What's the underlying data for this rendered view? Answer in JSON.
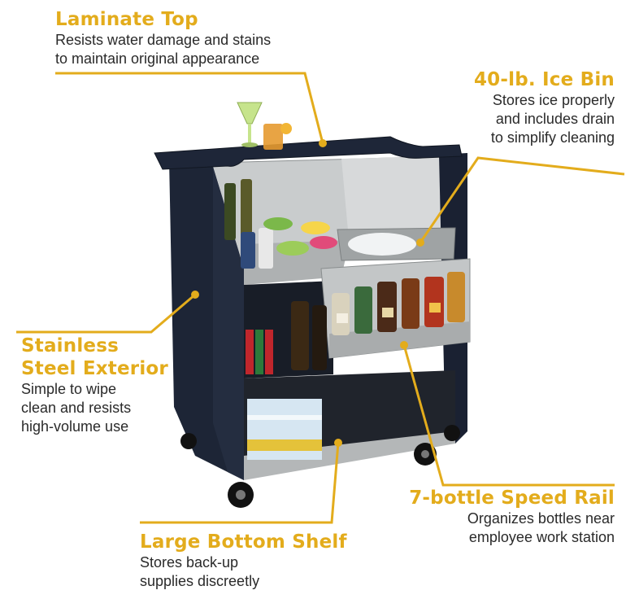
{
  "colors": {
    "accent": "#e3ac1c",
    "text": "#2a2a2a",
    "cabinet": "#1d2536",
    "steel": "#b9bcbd"
  },
  "callouts": {
    "laminate_top": {
      "title": "Laminate Top",
      "lines": [
        "Resists water damage and stains",
        "to maintain original appearance"
      ]
    },
    "ice_bin": {
      "title": "40-lb. Ice Bin",
      "lines": [
        "Stores ice properly",
        "and includes drain",
        "to simplify cleaning"
      ]
    },
    "stainless": {
      "title_lines": [
        "Stainless",
        "Steel Exterior"
      ],
      "lines": [
        "Simple to wipe",
        "clean and resists",
        "high-volume use"
      ]
    },
    "speed_rail": {
      "title": "7-bottle Speed Rail",
      "lines": [
        "Organizes bottles near",
        "employee work station"
      ]
    },
    "bottom_shelf": {
      "title": "Large Bottom Shelf",
      "lines": [
        "Stores back-up",
        "supplies discreetly"
      ]
    }
  }
}
